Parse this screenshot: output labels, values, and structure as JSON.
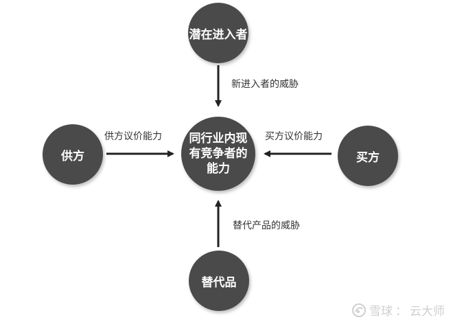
{
  "nodes": {
    "top": "潜在进入者",
    "center": "同行业内现有竞争者的能力",
    "left": "供方",
    "right": "买方",
    "bottom": "替代品"
  },
  "edges": {
    "top": "新进入者的威胁",
    "left": "供方议价能力",
    "right": "买方议价能力",
    "bottom": "替代产品的威胁"
  },
  "watermark": {
    "separator": "：",
    "brand": "雪球",
    "author": "云大师"
  },
  "colors": {
    "node_fill": "#4a4a4a",
    "arrow": "#222222",
    "background": "#ffffff"
  }
}
